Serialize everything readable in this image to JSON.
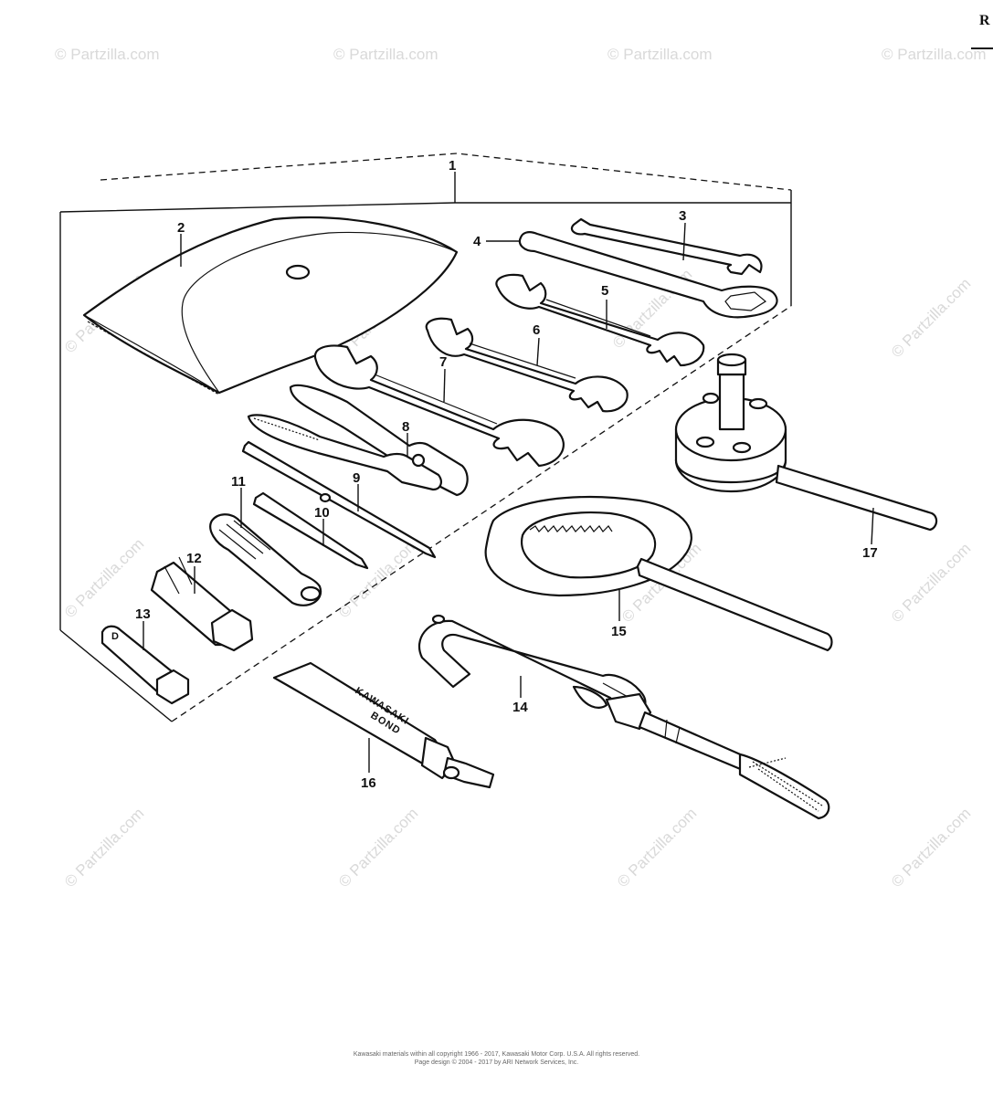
{
  "watermark": "© Partzilla.com",
  "corner_mark": "R",
  "callouts": {
    "c1": "1",
    "c2": "2",
    "c3": "3",
    "c4": "4",
    "c5": "5",
    "c6": "6",
    "c7": "7",
    "c8": "8",
    "c9": "9",
    "c10": "10",
    "c11": "11",
    "c12": "12",
    "c13": "13",
    "c14": "14",
    "c15": "15",
    "c16": "16",
    "c17": "17"
  },
  "tube_label": {
    "line1": "KAWASAKI",
    "line2": "BOND"
  },
  "footer": {
    "line1": "Kawasaki materials within all copyright 1966 - 2017, Kawasaki Motor Corp. U.S.A.  All rights reserved.",
    "line2": "Page design © 2004 - 2017 by ARI Network Services, Inc."
  }
}
